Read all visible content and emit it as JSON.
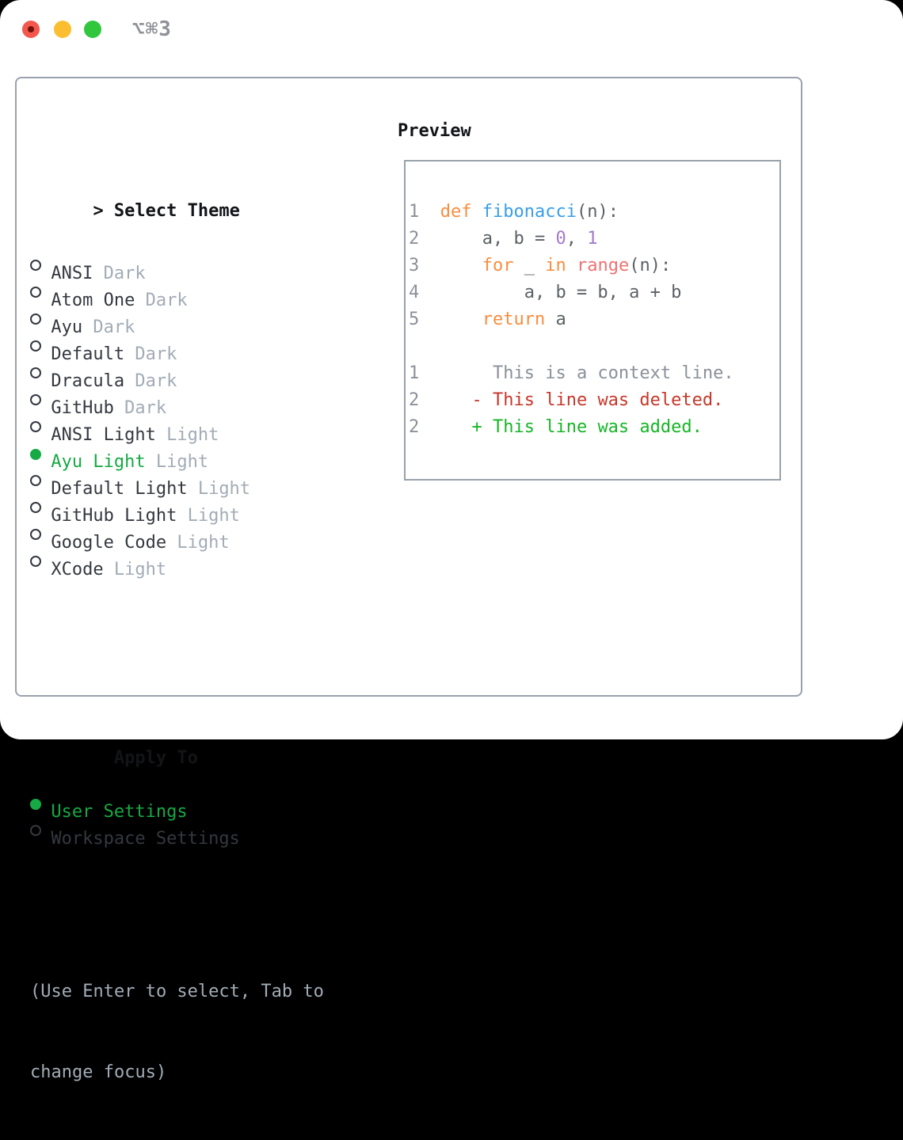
{
  "window": {
    "title": "⌥⌘3",
    "traffic_lights": [
      {
        "name": "close"
      },
      {
        "name": "minimize"
      },
      {
        "name": "zoom"
      }
    ]
  },
  "theme_list": {
    "header_prefix": ">",
    "header": "Select Theme",
    "items": [
      {
        "name": "ANSI",
        "variant": "Dark",
        "selected": false
      },
      {
        "name": "Atom One",
        "variant": "Dark",
        "selected": false
      },
      {
        "name": "Ayu",
        "variant": "Dark",
        "selected": false
      },
      {
        "name": "Default",
        "variant": "Dark",
        "selected": false
      },
      {
        "name": "Dracula",
        "variant": "Dark",
        "selected": false
      },
      {
        "name": "GitHub",
        "variant": "Dark",
        "selected": false
      },
      {
        "name": "ANSI Light",
        "variant": "Light",
        "selected": false
      },
      {
        "name": "Ayu Light",
        "variant": "Light",
        "selected": true
      },
      {
        "name": "Default Light",
        "variant": "Light",
        "selected": false
      },
      {
        "name": "GitHub Light",
        "variant": "Light",
        "selected": false
      },
      {
        "name": "Google Code",
        "variant": "Light",
        "selected": false
      },
      {
        "name": "XCode",
        "variant": "Light",
        "selected": false
      }
    ]
  },
  "apply_to": {
    "header": "Apply To",
    "options": [
      {
        "label": "User Settings",
        "selected": true
      },
      {
        "label": "Workspace Settings",
        "selected": false
      }
    ]
  },
  "help": {
    "lines": [
      "(Use Enter to select, Tab to",
      "change focus)"
    ]
  },
  "preview": {
    "header": "Preview",
    "code_lines": [
      {
        "num": "1",
        "tokens": [
          [
            "def ",
            "kw"
          ],
          [
            "fibonacci",
            "fn"
          ],
          [
            "(n):",
            "plain"
          ]
        ]
      },
      {
        "num": "2",
        "tokens": [
          [
            "    a, b = ",
            "plain"
          ],
          [
            "0",
            "const"
          ],
          [
            ", ",
            "plain"
          ],
          [
            "1",
            "const"
          ]
        ]
      },
      {
        "num": "3",
        "tokens": [
          [
            "    ",
            "plain"
          ],
          [
            "for",
            "kw"
          ],
          [
            " _ ",
            "plain"
          ],
          [
            "in",
            "kw"
          ],
          [
            " ",
            "plain"
          ],
          [
            "range",
            "call"
          ],
          [
            "(n):",
            "plain"
          ]
        ]
      },
      {
        "num": "4",
        "tokens": [
          [
            "        a, b = b, a + b",
            "plain"
          ]
        ]
      },
      {
        "num": "5",
        "tokens": [
          [
            "    ",
            "plain"
          ],
          [
            "return",
            "kw"
          ],
          [
            " a",
            "plain"
          ]
        ]
      }
    ],
    "diff_lines": [
      {
        "num": "1",
        "prefix": "     ",
        "text": "This is a context line.",
        "type": "context"
      },
      {
        "num": "2",
        "prefix": "   ",
        "text": "- This line was deleted.",
        "type": "deleted"
      },
      {
        "num": "2",
        "prefix": "   ",
        "text": "+ This line was added.",
        "type": "added"
      }
    ]
  },
  "colors": {
    "accent_green": "#15AA44",
    "diff_added": "#18B527",
    "diff_removed": "#C5382A",
    "keyword": "#FA8D3E",
    "function": "#399EE6",
    "constant": "#A37ACC",
    "call": "#F07171",
    "code_fg": "#5C6166",
    "line_number": "#8A9199",
    "muted": "#A2ACB6",
    "text": "#34383F",
    "heading": "#121417",
    "border": "#99A2AC",
    "titlebar_gray": "#8E9196",
    "light_red": "#F4574D",
    "light_red_dot": "#701208",
    "light_yellow": "#FBBE30",
    "light_green": "#30C63E"
  }
}
